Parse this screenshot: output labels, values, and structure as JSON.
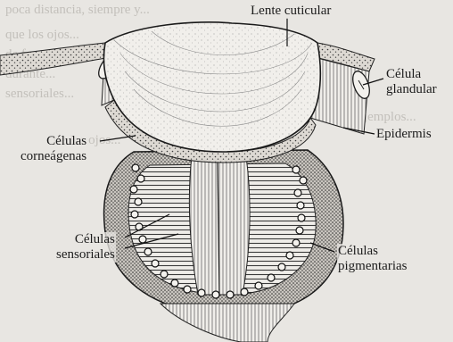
{
  "labels": {
    "lente_cuticular": "Lente cuticular",
    "celula_glandular_line1": "Célula",
    "celula_glandular_line2": "glandular",
    "epidermis": "Epidermis",
    "celulas_corneagenas_line1": "Células",
    "celulas_corneagenas_line2": "corneágenas",
    "celulas_sensoriales_line1": "Células",
    "celulas_sensoriales_line2": "sensoriales",
    "celulas_pigmentarias_line1": "Células",
    "celulas_pigmentarias_line2": "pigmentarias"
  },
  "background_text_lines": [
    "poca distancia, siempre y...",
    "que los ojos...",
    "de forma...",
    "durante...",
    "sensoriales...",
    "los ejemplos...",
    "de los ojos..."
  ],
  "colors": {
    "paper": "#e8e6e2",
    "ink": "#1c1c1c",
    "ghost_text": "#b9b6b1"
  }
}
